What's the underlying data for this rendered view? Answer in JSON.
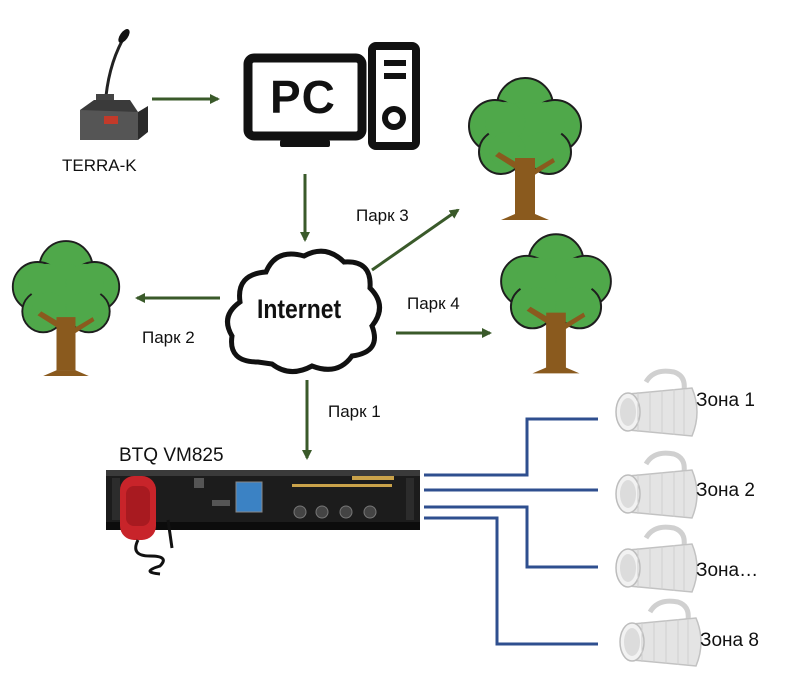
{
  "labels": {
    "terra": "TERRA-K",
    "pc": "PC",
    "internet": "Internet",
    "park1": "Парк 1",
    "park2": "Парк 2",
    "park3": "Парк 3",
    "park4": "Парк 4",
    "device": "BTQ VM825",
    "zone1": "Зона 1",
    "zone2": "Зона 2",
    "zone3": "Зона…",
    "zone8": "Зона 8"
  },
  "colors": {
    "arrow": "#3a5a2a",
    "wire": "#2f4f8f",
    "tree_crown": "#4fa84a",
    "tree_trunk": "#8a5a1e",
    "speaker": "#e8e8e8"
  }
}
